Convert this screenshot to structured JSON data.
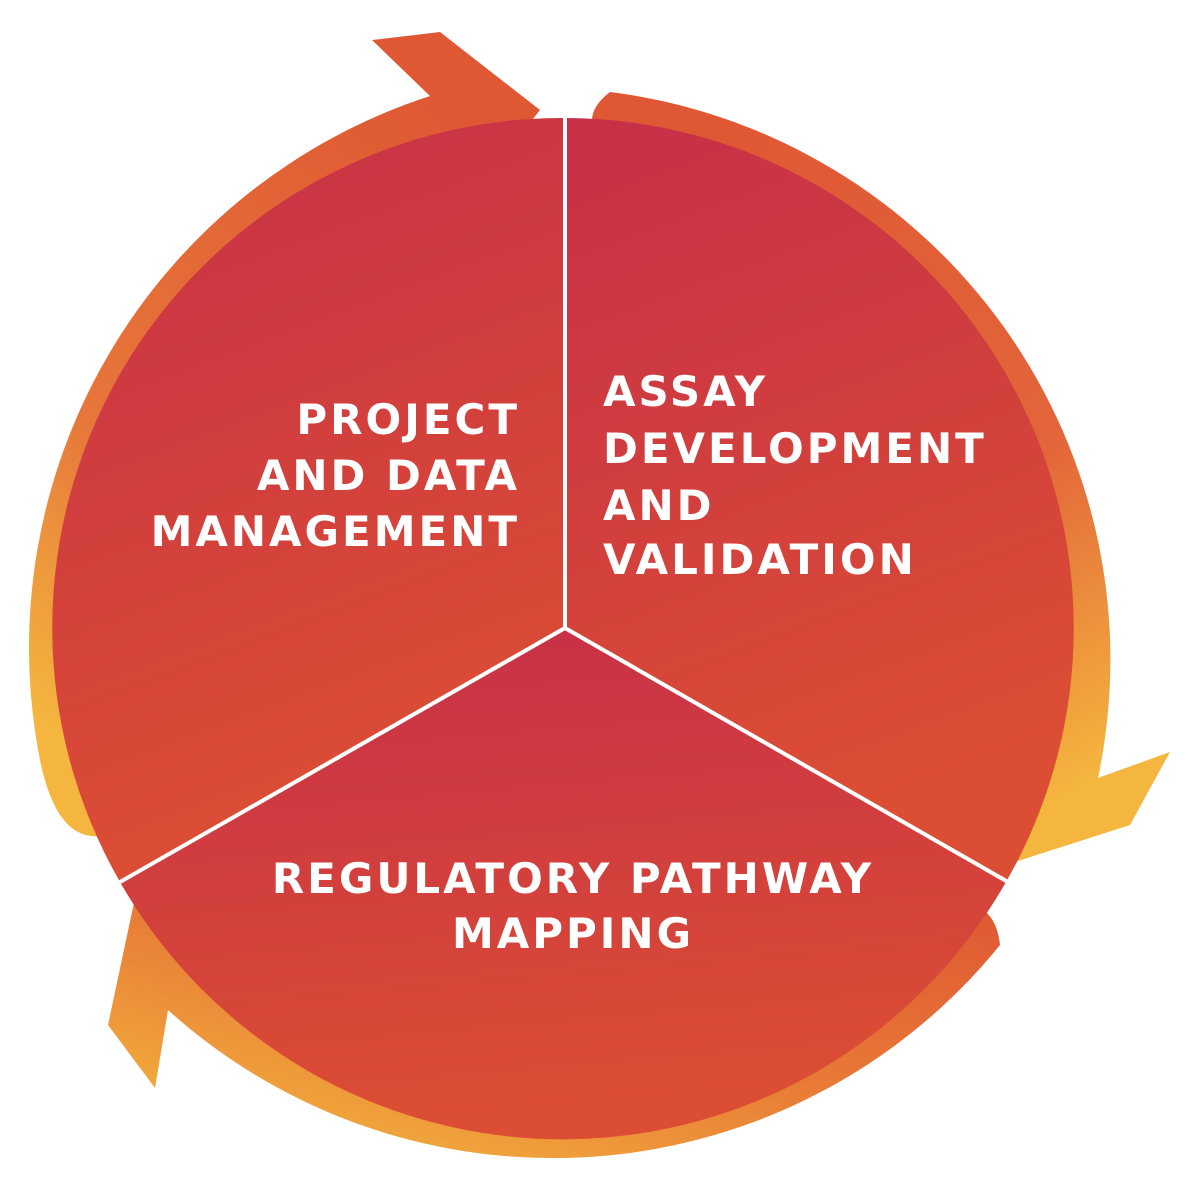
{
  "segments": {
    "project": {
      "lines": [
        "PROJECT",
        "AND DATA",
        "MANAGEMENT"
      ]
    },
    "assay": {
      "lines": [
        "ASSAY",
        "DEVELOPMENT",
        "AND",
        "VALIDATION"
      ]
    },
    "regulatory": {
      "lines": [
        "REGULATORY PATHWAY",
        "MAPPING"
      ]
    }
  },
  "colors": {
    "segment_top": "#C72F48",
    "segment_bottom": "#DC4E33",
    "arrow_dark": "#DF5733",
    "arrow_mid": "#E87A36",
    "arrow_light": "#F4B63E",
    "divider": "#ffffff"
  }
}
